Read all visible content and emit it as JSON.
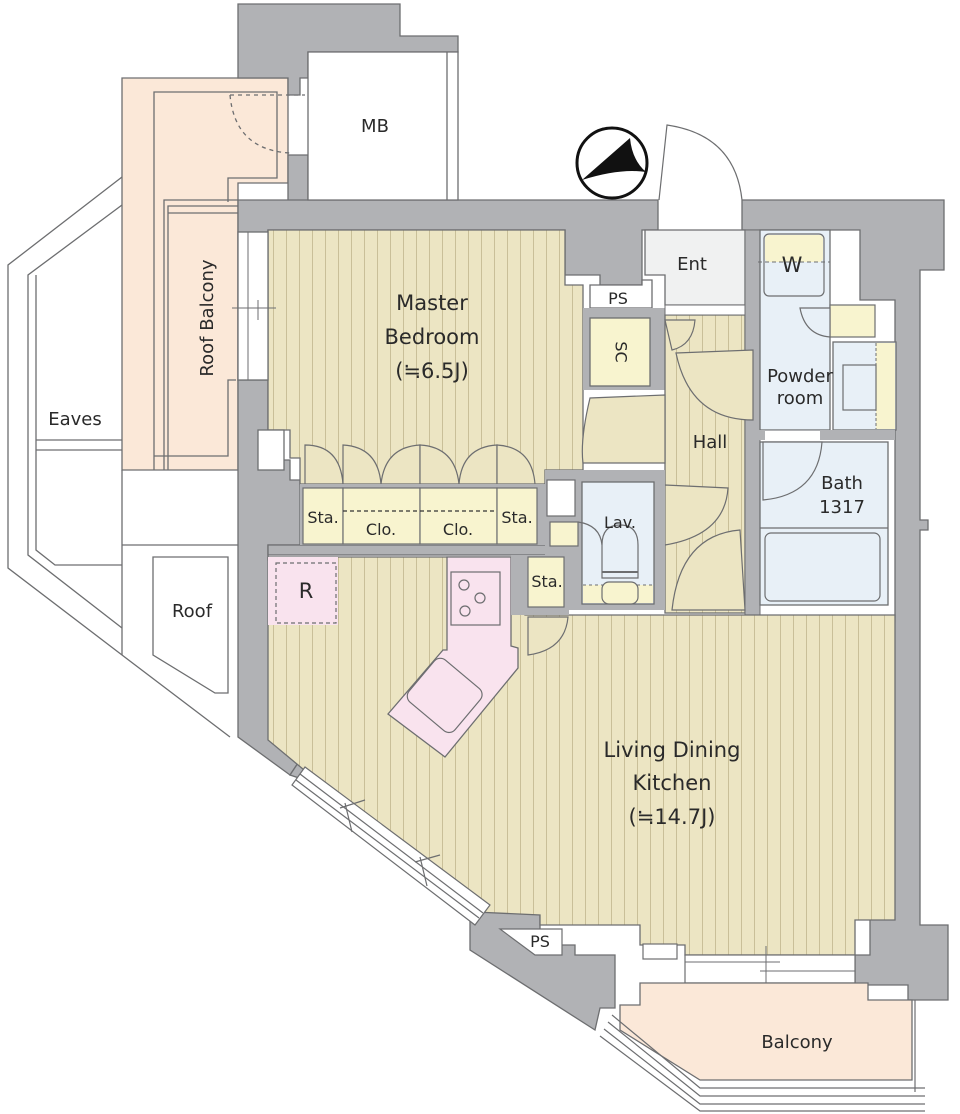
{
  "plan": {
    "colors": {
      "wall": "#b1b2b5",
      "wall_stroke": "#6d6e70",
      "floor_wood": "#ece5c3",
      "wood_line": "#c9bf98",
      "storage": "#f8f4cf",
      "wet_area": "#e8f0f7",
      "kitchen": "#f9e3ee",
      "balcony": "#fbe8d8",
      "entrance": "#f0f1f1"
    },
    "rooms": {
      "mb": "MB",
      "ent": "Ent",
      "ps_top": "PS",
      "sc": "SC",
      "w": "W",
      "powder_line1": "Powder",
      "powder_line2": "room",
      "hall": "Hall",
      "bath_line1": "Bath",
      "bath_line2": "1317",
      "lav": "Lav.",
      "roof_balcony": "Roof Balcony",
      "eaves": "Eaves",
      "roof": "Roof",
      "master_line1": "Master",
      "master_line2": "Bedroom",
      "master_line3": "(≒6.5J)",
      "sta_left": "Sta.",
      "clo_1": "Clo.",
      "clo_2": "Clo.",
      "sta_right": "Sta.",
      "sta_kitchen": "Sta.",
      "r": "R",
      "ldk_line1": "Living Dining",
      "ldk_line2": "Kitchen",
      "ldk_line3": "(≒14.7J)",
      "ps_bottom": "PS",
      "balcony": "Balcony"
    },
    "compass": "north-arrow"
  }
}
